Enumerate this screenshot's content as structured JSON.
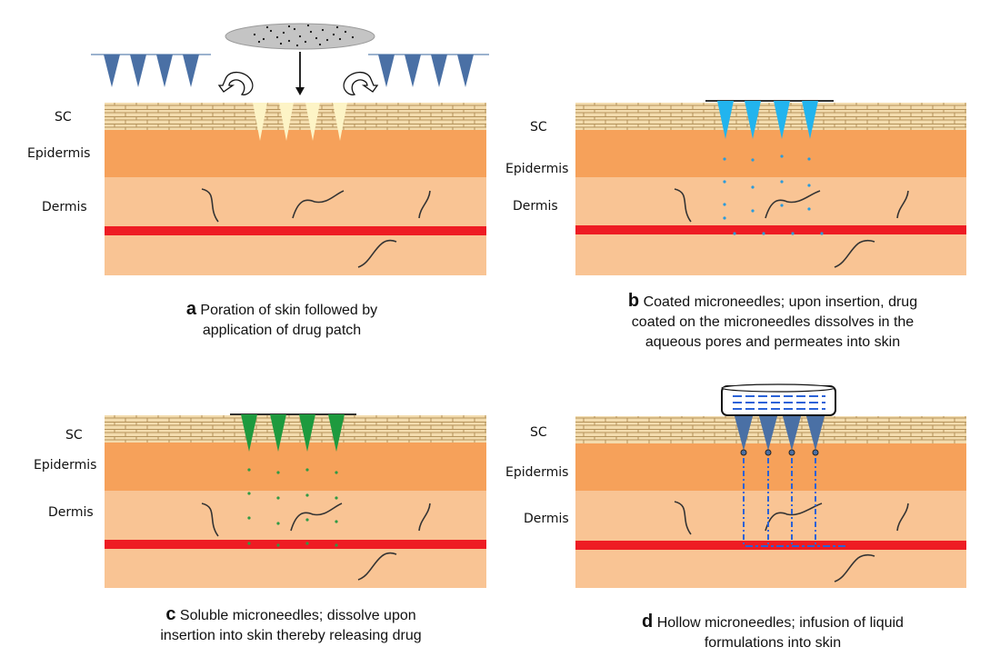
{
  "colors": {
    "sc": "#f3dcae",
    "sc_line": "#b4925a",
    "epidermis": "#f6a15a",
    "dermis": "#f9c494",
    "blood_vessel": "#ee1c23",
    "nerve": "#333333",
    "needle_solid": "#4a70a5",
    "needle_coated": "#22b4ee",
    "needle_soluble": "#1e9a3e",
    "pore": "#fdf4c6",
    "drug_blue": "#2b9bdb",
    "drug_green": "#2f9a44",
    "liquid": "#2a62d8"
  },
  "panels": [
    {
      "id": "a",
      "layer_labels": {
        "sc": "SC",
        "epidermis": "Epidermis",
        "dermis": "Dermis"
      },
      "caption": {
        "letter": "a",
        "text": "Poration of skin followed by",
        "text2": "application of drug patch"
      }
    },
    {
      "id": "b",
      "layer_labels": {
        "sc": "SC",
        "epidermis": "Epidermis",
        "dermis": "Dermis"
      },
      "caption": {
        "letter": "b",
        "text": "Coated microneedles; upon insertion, drug",
        "text2": "coated on the microneedles dissolves in the",
        "text3": "aqueous pores and permeates into skin"
      }
    },
    {
      "id": "c",
      "layer_labels": {
        "sc": "SC",
        "epidermis": "Epidermis",
        "dermis": "Dermis"
      },
      "caption": {
        "letter": "c",
        "text": "Soluble microneedles; dissolve upon",
        "text2": "insertion into skin thereby releasing drug"
      }
    },
    {
      "id": "d",
      "layer_labels": {
        "sc": "SC",
        "epidermis": "Epidermis",
        "dermis": "Dermis"
      },
      "caption": {
        "letter": "d",
        "text": "Hollow microneedles; infusion of liquid",
        "text2": "formulations into skin"
      }
    }
  ]
}
